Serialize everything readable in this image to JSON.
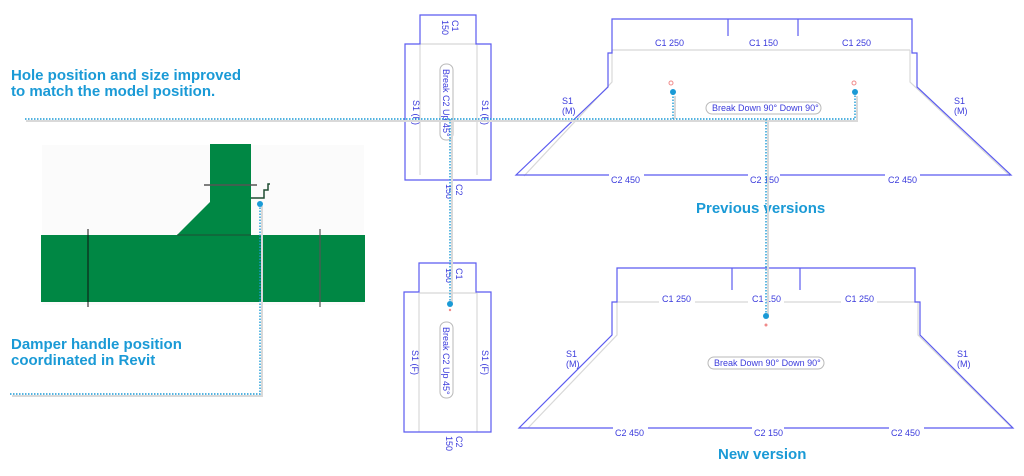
{
  "callouts": {
    "hole": [
      "Hole position and size improved",
      "to match the model position."
    ],
    "damper": [
      "Damper handle position",
      "coordinated in Revit"
    ]
  },
  "captions": {
    "previous": "Previous versions",
    "new": "New version"
  },
  "colors": {
    "accent": "#1a9ad6",
    "duct_line": "#5b5bf0",
    "model_green": "#008744"
  },
  "previous_rect": {
    "top_label_a": "C1",
    "top_label_b": "150",
    "bottom_label_a": "C2",
    "bottom_label_b": "150",
    "side_left": "S1 (F)",
    "side_right": "S1 (F)",
    "break_label": "Break C2 Up 45°"
  },
  "new_rect": {
    "top_label_a": "C1",
    "top_label_b": "150",
    "bottom_label_a": "C2",
    "bottom_label_b": "150",
    "side_left": "S1 (F)",
    "side_right": "S1 (F)",
    "break_label": "Break C2 Up 45°"
  },
  "previous_trap": {
    "top": [
      "C1 250",
      "C1 150",
      "C1 250"
    ],
    "bottom": [
      "C2 450",
      "C2 150",
      "C2 450"
    ],
    "side_left": [
      "S1",
      "(M)"
    ],
    "side_right": [
      "S1",
      "(M)"
    ],
    "break_label": "Break Down 90° Down 90°"
  },
  "new_trap": {
    "top": [
      "C1 250",
      "C1 150",
      "C1 250"
    ],
    "bottom": [
      "C2 450",
      "C2 150",
      "C2 450"
    ],
    "side_left": [
      "S1",
      "(M)"
    ],
    "side_right": [
      "S1",
      "(M)"
    ],
    "break_label": "Break Down 90° Down 90°"
  }
}
